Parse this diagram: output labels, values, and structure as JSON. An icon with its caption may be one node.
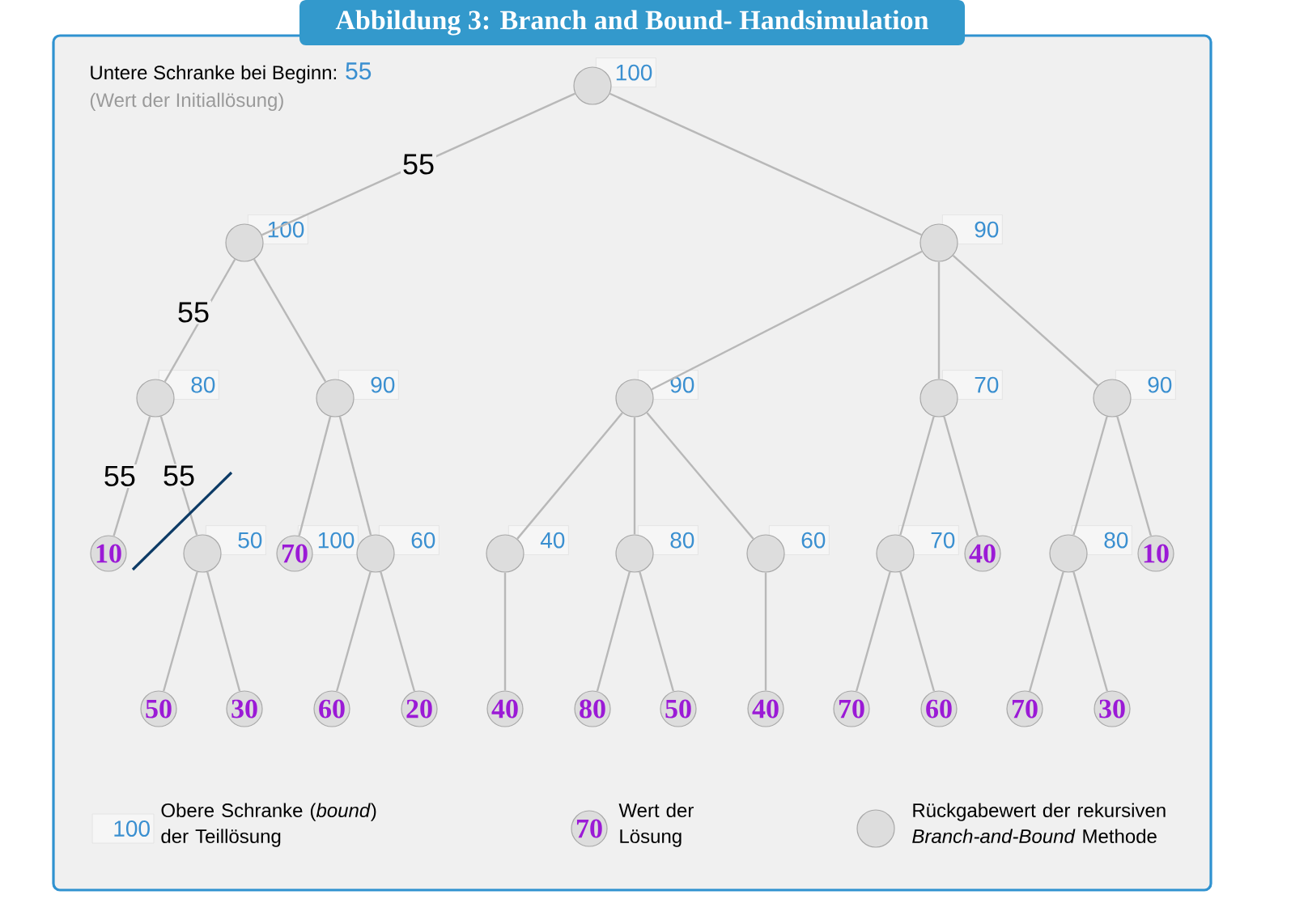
{
  "diagram": {
    "title": "Abbildung 3: Branch and Bound- Handsimulation",
    "nodes": [
      {
        "text": [],
        "shape": "circle",
        "beside": [
          "100"
        ]
      },
      {
        "text": [],
        "shape": "circle",
        "beside": [
          "100"
        ]
      },
      {
        "text": [],
        "shape": "circle",
        "beside": [
          "90"
        ]
      },
      {
        "text": [],
        "shape": "circle",
        "beside": [
          "80"
        ]
      },
      {
        "text": [],
        "shape": "circle",
        "beside": [
          "90"
        ]
      },
      {
        "text": [],
        "shape": "circle",
        "beside": [
          "90"
        ]
      },
      {
        "text": [],
        "shape": "circle",
        "beside": [
          "70"
        ]
      },
      {
        "text": [],
        "shape": "circle",
        "beside": [
          "90"
        ]
      },
      {
        "text": [
          "10"
        ]
      },
      {
        "text": [],
        "shape": "circle",
        "beside": [
          "50"
        ]
      },
      {
        "text": [
          "70"
        ],
        "beside": [
          "100"
        ]
      },
      {
        "text": [],
        "shape": "circle",
        "beside": [
          "60"
        ]
      },
      {
        "text": [],
        "shape": "circle",
        "beside": [
          "40"
        ]
      },
      {
        "text": [],
        "shape": "circle",
        "beside": [
          "80"
        ]
      },
      {
        "text": [],
        "shape": "circle",
        "beside": [
          "60"
        ]
      },
      {
        "text": [],
        "shape": "circle",
        "beside": [
          "70"
        ]
      },
      {
        "text": [
          "40"
        ]
      },
      {
        "text": [],
        "shape": "circle",
        "beside": [
          "80"
        ]
      },
      {
        "text": [
          "10"
        ]
      },
      {
        "text": [
          "50"
        ]
      },
      {
        "text": [
          "30"
        ]
      },
      {
        "text": [
          "60"
        ]
      },
      {
        "text": [
          "20"
        ]
      },
      {
        "text": [
          "40"
        ]
      },
      {
        "text": [
          "80"
        ]
      },
      {
        "text": [
          "50"
        ]
      },
      {
        "text": [
          "40"
        ]
      },
      {
        "text": [
          "70"
        ]
      },
      {
        "text": [
          "60"
        ]
      },
      {
        "text": [
          "70"
        ]
      },
      {
        "text": [
          "30"
        ]
      }
    ],
    "edges": [
      {
        "from": 0,
        "to": 1,
        "arrow": "none",
        "label": "55"
      },
      {
        "from": 0,
        "to": 2,
        "arrow": "none"
      },
      {
        "from": 1,
        "to": 3,
        "arrow": "none",
        "label": "55"
      },
      {
        "from": 1,
        "to": 4,
        "arrow": "none"
      },
      {
        "from": 2,
        "to": 5,
        "arrow": "none"
      },
      {
        "from": 2,
        "to": 6,
        "arrow": "none"
      },
      {
        "from": 2,
        "to": 7,
        "arrow": "none"
      },
      {
        "from": 3,
        "to": 8,
        "arrow": "none",
        "label": "55"
      },
      {
        "from": 3,
        "to": 9,
        "arrow": "none",
        "label": "55"
      },
      {
        "from": 4,
        "to": 10,
        "arrow": "none"
      },
      {
        "from": 4,
        "to": 11,
        "arrow": "none"
      },
      {
        "from": 5,
        "to": 12,
        "arrow": "none"
      },
      {
        "from": 5,
        "to": 13,
        "arrow": "none"
      },
      {
        "from": 5,
        "to": 14,
        "arrow": "none"
      },
      {
        "from": 6,
        "to": 15,
        "arrow": "none"
      },
      {
        "from": 6,
        "to": 16,
        "arrow": "none"
      },
      {
        "from": 7,
        "to": 17,
        "arrow": "none"
      },
      {
        "from": 7,
        "to": 18,
        "arrow": "none"
      },
      {
        "from": 9,
        "to": 19,
        "arrow": "none"
      },
      {
        "from": 9,
        "to": 20,
        "arrow": "none"
      },
      {
        "from": 11,
        "to": 21,
        "arrow": "none"
      },
      {
        "from": 11,
        "to": 22,
        "arrow": "none"
      },
      {
        "from": 12,
        "to": 23,
        "arrow": "none"
      },
      {
        "from": 13,
        "to": 24,
        "arrow": "none"
      },
      {
        "from": 13,
        "to": 25,
        "arrow": "none"
      },
      {
        "from": 14,
        "to": 26,
        "arrow": "none"
      },
      {
        "from": 15,
        "to": 27,
        "arrow": "none"
      },
      {
        "from": 15,
        "to": 28,
        "arrow": "none"
      },
      {
        "from": 17,
        "to": 29,
        "arrow": "none"
      },
      {
        "from": 17,
        "to": 30,
        "arrow": "none"
      }
    ],
    "labels": [
      "Untere Schranke bei Beginn:",
      "55",
      "(Wert der Initiallösung)",
      "100",
      "70"
    ],
    "legend": [
      {
        "text": "Obere Schranke (*bound*) der Teillösung"
      },
      {
        "text": "Wert der Lösung"
      },
      {
        "text": "Rückgabewert der rekursiven *Branch-and-Bound* Methode"
      }
    ]
  }
}
